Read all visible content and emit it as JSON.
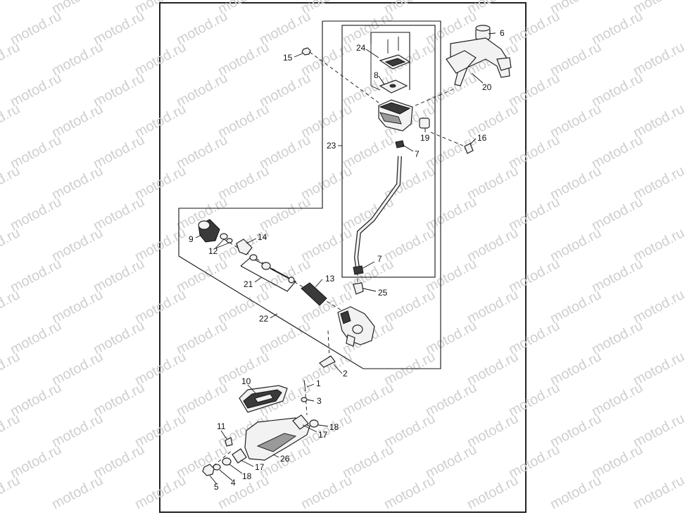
{
  "watermark": "motod.ru",
  "callouts": {
    "c1": "1",
    "c2": "2",
    "c3": "3",
    "c4": "4",
    "c5": "5",
    "c6": "6",
    "c7a": "7",
    "c7b": "7",
    "c8": "8",
    "c9": "9",
    "c10": "10",
    "c11": "11",
    "c12": "12",
    "c13": "13",
    "c14": "14",
    "c15": "15",
    "c16": "16",
    "c17a": "17",
    "c17b": "17",
    "c18a": "18",
    "c18b": "18",
    "c19": "19",
    "c20": "20",
    "c21": "21",
    "c22": "22",
    "c23": "23",
    "c24": "24",
    "c25": "25",
    "c26": "26"
  }
}
